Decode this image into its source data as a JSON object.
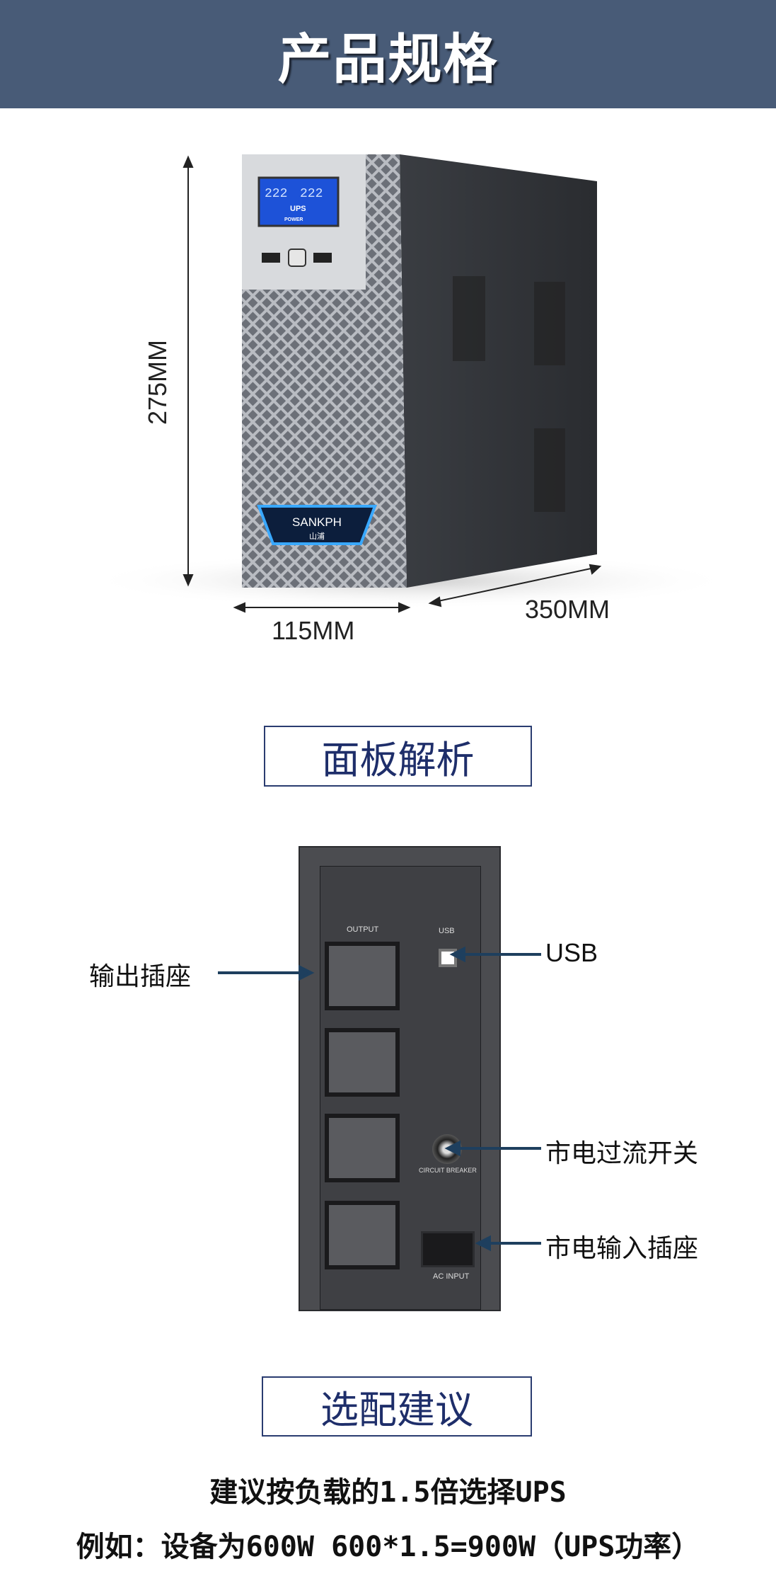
{
  "header": {
    "title": "产品规格"
  },
  "specs": {
    "height": "275MM",
    "width": "115MM",
    "depth": "350MM"
  },
  "product": {
    "lcd_input": "222",
    "lcd_output": "222",
    "lcd_ups": "UPS",
    "lcd_power": "POWER",
    "brand": "SANKPH",
    "brand_cn": "山浦"
  },
  "panel": {
    "title": "面板解析",
    "output_label": "OUTPUT",
    "usb_label": "USB",
    "breaker_label": "CIRCUIT BREAKER",
    "ac_label": "AC INPUT",
    "callouts": {
      "output": "输出插座",
      "usb": "USB",
      "breaker": "市电过流开关",
      "ac": "市电输入插座"
    }
  },
  "advice": {
    "title": "选配建议",
    "line1": "建议按负载的1.5倍选择UPS",
    "line2": "例如：设备为600W 600*1.5=900W（UPS功率）"
  },
  "colors": {
    "header": "#485b77",
    "arrow": "#1e3f5e",
    "box_border": "#2a3c70"
  }
}
